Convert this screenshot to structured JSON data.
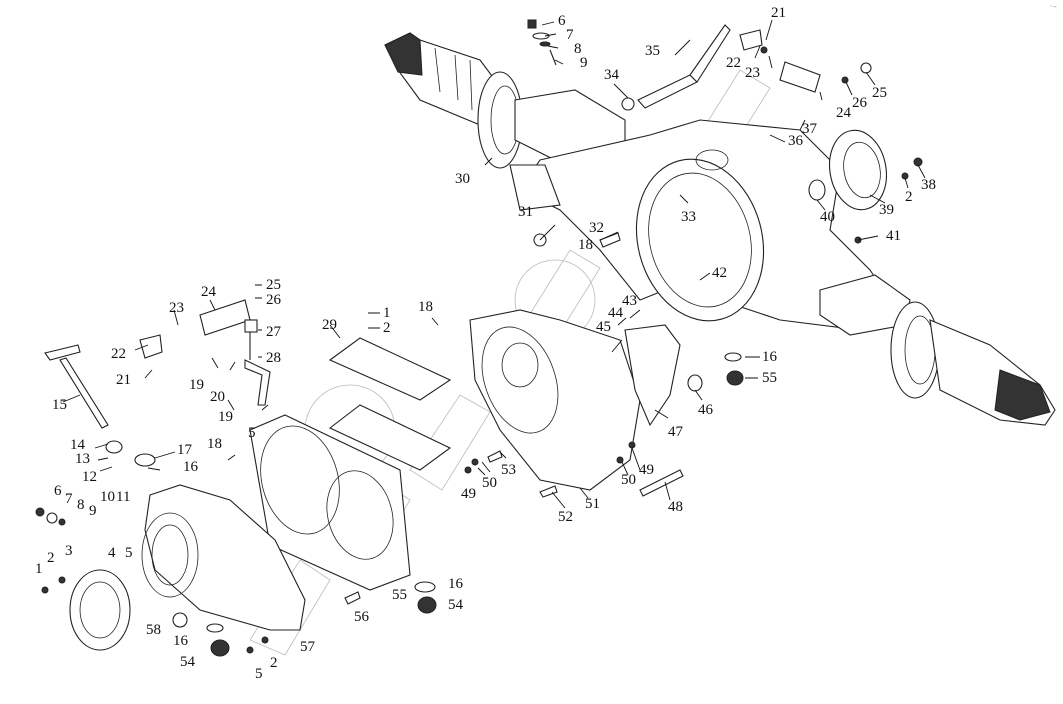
{
  "diagram": {
    "type": "exploded-parts-view",
    "subject": "drive axle housing with transfer/gear case assembly",
    "line_color": "#222222",
    "background": "#ffffff",
    "callouts": [
      {
        "id": "c6a",
        "text": "6"
      },
      {
        "id": "c7a",
        "text": "7"
      },
      {
        "id": "c8a",
        "text": "8"
      },
      {
        "id": "c9a",
        "text": "9"
      },
      {
        "id": "c21a",
        "text": "21"
      },
      {
        "id": "c22a",
        "text": "22"
      },
      {
        "id": "c23a",
        "text": "23"
      },
      {
        "id": "c35",
        "text": "35"
      },
      {
        "id": "c34",
        "text": "34"
      },
      {
        "id": "c24a",
        "text": "24"
      },
      {
        "id": "c26a",
        "text": "26"
      },
      {
        "id": "c25a",
        "text": "25"
      },
      {
        "id": "c36",
        "text": "36"
      },
      {
        "id": "c37",
        "text": "37"
      },
      {
        "id": "c30",
        "text": "30"
      },
      {
        "id": "c38",
        "text": "38"
      },
      {
        "id": "c2a",
        "text": "2"
      },
      {
        "id": "c39",
        "text": "39"
      },
      {
        "id": "c40",
        "text": "40"
      },
      {
        "id": "c41",
        "text": "41"
      },
      {
        "id": "c31",
        "text": "31"
      },
      {
        "id": "c32",
        "text": "32"
      },
      {
        "id": "c33",
        "text": "33"
      },
      {
        "id": "c18a",
        "text": "18"
      },
      {
        "id": "c42",
        "text": "42"
      },
      {
        "id": "c43",
        "text": "43"
      },
      {
        "id": "c44",
        "text": "44"
      },
      {
        "id": "c45",
        "text": "45"
      },
      {
        "id": "c16a",
        "text": "16"
      },
      {
        "id": "c55a",
        "text": "55"
      },
      {
        "id": "c46",
        "text": "46"
      },
      {
        "id": "c47",
        "text": "47"
      },
      {
        "id": "c25b",
        "text": "25"
      },
      {
        "id": "c26b",
        "text": "26"
      },
      {
        "id": "c24b",
        "text": "24"
      },
      {
        "id": "c23b",
        "text": "23"
      },
      {
        "id": "c27",
        "text": "27"
      },
      {
        "id": "c28",
        "text": "28"
      },
      {
        "id": "c22b",
        "text": "22"
      },
      {
        "id": "c21b",
        "text": "21"
      },
      {
        "id": "c19a",
        "text": "19"
      },
      {
        "id": "c20",
        "text": "20"
      },
      {
        "id": "c19b",
        "text": "19"
      },
      {
        "id": "c5a",
        "text": "5"
      },
      {
        "id": "c1a",
        "text": "1"
      },
      {
        "id": "c2b",
        "text": "2"
      },
      {
        "id": "c29",
        "text": "29"
      },
      {
        "id": "c18b",
        "text": "18"
      },
      {
        "id": "c15",
        "text": "15"
      },
      {
        "id": "c14",
        "text": "14"
      },
      {
        "id": "c13",
        "text": "13"
      },
      {
        "id": "c12",
        "text": "12"
      },
      {
        "id": "c17",
        "text": "17"
      },
      {
        "id": "c16b",
        "text": "16"
      },
      {
        "id": "c18c",
        "text": "18"
      },
      {
        "id": "c49a",
        "text": "49"
      },
      {
        "id": "c50a",
        "text": "50"
      },
      {
        "id": "c53",
        "text": "53"
      },
      {
        "id": "c50b",
        "text": "50"
      },
      {
        "id": "c49b",
        "text": "49"
      },
      {
        "id": "c48",
        "text": "48"
      },
      {
        "id": "c52",
        "text": "52"
      },
      {
        "id": "c51",
        "text": "51"
      },
      {
        "id": "c6b",
        "text": "6"
      },
      {
        "id": "c7b",
        "text": "7"
      },
      {
        "id": "c8b",
        "text": "8"
      },
      {
        "id": "c9b",
        "text": "9"
      },
      {
        "id": "c10",
        "text": "10"
      },
      {
        "id": "c11",
        "text": "11"
      },
      {
        "id": "c4",
        "text": "4"
      },
      {
        "id": "c5b",
        "text": "5"
      },
      {
        "id": "c3",
        "text": "3"
      },
      {
        "id": "c2c",
        "text": "2"
      },
      {
        "id": "c1b",
        "text": "1"
      },
      {
        "id": "c58",
        "text": "58"
      },
      {
        "id": "c16c",
        "text": "16"
      },
      {
        "id": "c54a",
        "text": "54"
      },
      {
        "id": "c5c",
        "text": "5"
      },
      {
        "id": "c2d",
        "text": "2"
      },
      {
        "id": "c57",
        "text": "57"
      },
      {
        "id": "c56",
        "text": "56"
      },
      {
        "id": "c55b",
        "text": "55"
      },
      {
        "id": "c16d",
        "text": "16"
      },
      {
        "id": "c54b",
        "text": "54"
      }
    ],
    "corner_mark": "·–"
  }
}
